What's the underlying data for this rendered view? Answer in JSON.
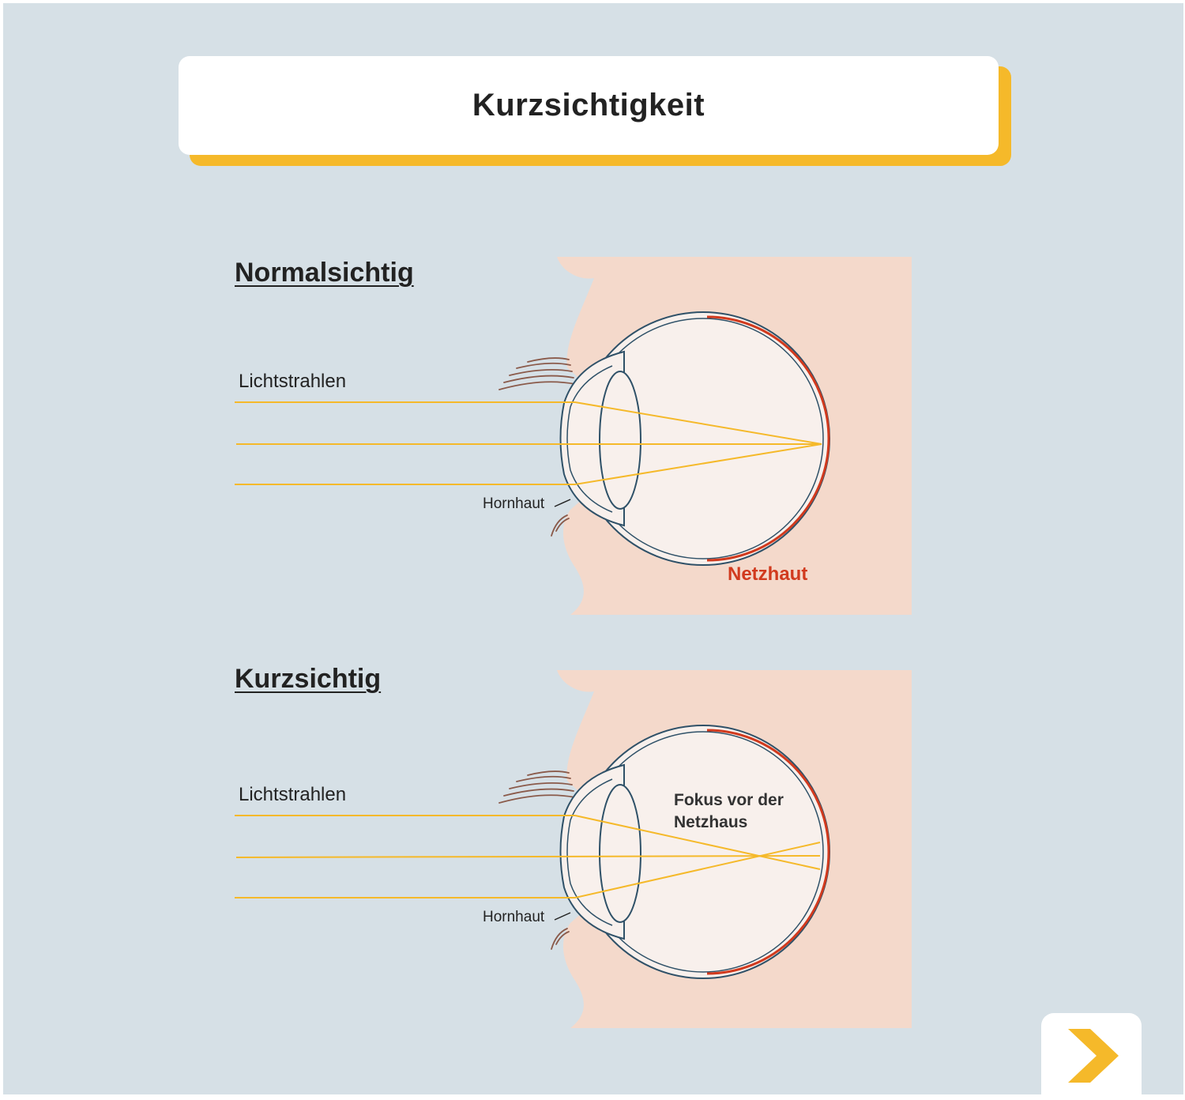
{
  "title": "Kurzsichtigkeit",
  "panels": [
    {
      "heading": "Normalsichtig",
      "rays_label": "Lichtstrahlen",
      "cornea_label": "Hornhaut",
      "retina_label": "Netzhaut"
    },
    {
      "heading": "Kurzsichtig",
      "rays_label": "Lichtstrahlen",
      "cornea_label": "Hornhaut",
      "focus_label_line1": "Fokus vor der",
      "focus_label_line2": "Netzhaus"
    }
  ],
  "colors": {
    "background": "#d6e0e6",
    "skin": "#f4d9cb",
    "eye_fill": "#f8f0ec",
    "outline": "#2f5168",
    "ray": "#f5b92a",
    "retina": "#d13a1e",
    "accent": "#f5b92a"
  },
  "icons": {
    "next": "chevron-right-icon"
  }
}
